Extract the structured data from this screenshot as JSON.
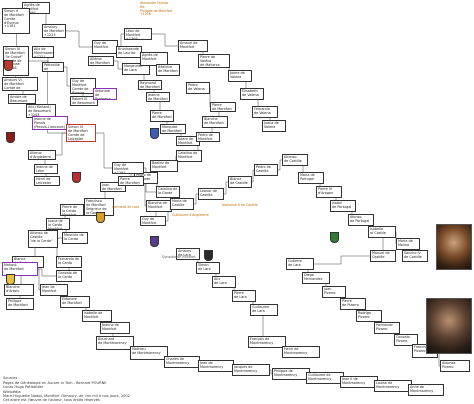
{
  "nodes": [
    {
      "id": "n1",
      "text": "Agnès de Montfort\n+1186",
      "color": ""
    },
    {
      "id": "n2",
      "text": "Simon V\nde Montfort\nComte d'Évreux\n+1181",
      "color": ""
    },
    {
      "id": "n3",
      "text": "Amaury\nde Montfort\n+1213",
      "color": ""
    },
    {
      "id": "n4",
      "text": "Simon IV\nde Montfort\n\"le Croisé\"\nComte de\nToulouse\n+1218",
      "color": ""
    },
    {
      "id": "n5",
      "text": "Alix de\nMontmorency\n+1221",
      "color": ""
    },
    {
      "id": "n6",
      "text": "Amaury VI\nde Montfort\nComte de\nToulouse",
      "color": ""
    },
    {
      "id": "n7",
      "text": "Pétronille\nde Montfort",
      "color": ""
    },
    {
      "id": "n8",
      "text": "Guy de\nMontfort\nComte de\nBigorre",
      "color": ""
    },
    {
      "id": "n9",
      "text": "Amicie de\nBeaumont",
      "color": ""
    },
    {
      "id": "n10",
      "text": "Robert III\nde Beaumont",
      "color": ""
    },
    {
      "id": "n11",
      "text": "Alix (Mahaut)\nde Beaumont\n+1245",
      "color": ""
    },
    {
      "id": "n12",
      "text": "Jeanne de\nPlessis\n(Plessis-Liancourt)",
      "color": "purple"
    },
    {
      "id": "n13",
      "text": "Aléonore\nde Bretagne",
      "color": "purple"
    },
    {
      "id": "n14",
      "text": "Simon VI\nde Montfort\nComte de\nLeicester\n+1265",
      "color": "red"
    },
    {
      "id": "n15",
      "text": "Alienor\nd'Angleterre",
      "color": ""
    },
    {
      "id": "n16",
      "text": "Jeanne de\nLéon",
      "color": ""
    },
    {
      "id": "n17",
      "text": "Henri de\nLeicester",
      "color": ""
    },
    {
      "id": "n18",
      "text": "Guy de\nMontfort",
      "color": ""
    },
    {
      "id": "n19",
      "text": "Aliénor\nde Montfort",
      "color": ""
    },
    {
      "id": "n20",
      "text": "Margeurite\nde Lara",
      "color": ""
    },
    {
      "id": "n21",
      "text": "Léon de\nMontfort\n+1309",
      "color": ""
    },
    {
      "id": "n22",
      "text": "Brunissende\nde Lauriac",
      "color": ""
    },
    {
      "id": "n23",
      "text": "Raymond\nde Montfort",
      "color": ""
    },
    {
      "id": "n24",
      "text": "Jeanne\nde Montfort",
      "color": ""
    },
    {
      "id": "n25",
      "text": "Pierre\nde Montfort",
      "color": ""
    },
    {
      "id": "n26",
      "text": "Marquise\nde Montfort",
      "color": ""
    },
    {
      "id": "n27",
      "text": "Adam de\nMontfort",
      "color": ""
    },
    {
      "id": "n28",
      "text": "Agnès de\nMontfort",
      "color": ""
    },
    {
      "id": "n29",
      "text": "Béatrice\nde Montfort",
      "color": ""
    },
    {
      "id": "n30",
      "text": "Amauri de\nMontfort",
      "color": ""
    },
    {
      "id": "n31",
      "text": "Pierre de\nValéna\nde Mallorca",
      "color": ""
    },
    {
      "id": "n32",
      "text": "Pedro\nde Valena",
      "color": ""
    },
    {
      "id": "n33",
      "text": "Jaime de\nValena",
      "color": ""
    },
    {
      "id": "n34",
      "text": "Élisabeth\nde Valena",
      "color": ""
    },
    {
      "id": "n35",
      "text": "Fernando\nde Valena",
      "color": ""
    },
    {
      "id": "n36",
      "text": "Juana de\nValena",
      "color": ""
    },
    {
      "id": "n37",
      "text": "Pierre\nde Montfort",
      "color": ""
    },
    {
      "id": "n38",
      "text": "Blanche\nde Montfort",
      "color": ""
    },
    {
      "id": "n39",
      "text": "Pedro de\nMontfort",
      "color": ""
    },
    {
      "id": "n40",
      "text": "Catalina de\nMontfort",
      "color": ""
    },
    {
      "id": "n41",
      "text": "Beatriz de\nMontfort",
      "color": ""
    },
    {
      "id": "n42",
      "text": "Pedro de\nla Garde",
      "color": ""
    },
    {
      "id": "n43",
      "text": "Catalina de\nla Garde",
      "color": ""
    },
    {
      "id": "n44",
      "text": "Juan\nde Montfort",
      "color": ""
    },
    {
      "id": "n45",
      "text": "Francisco\nde Montfort\nSeigneur de\nla Garde",
      "color": ""
    },
    {
      "id": "n46",
      "text": "Pierre de\nla Cerda\nMontfort",
      "color": ""
    },
    {
      "id": "n47",
      "text": "Juana de\nla Cerda\nMontfort",
      "color": ""
    },
    {
      "id": "n48",
      "text": "Mauricio de\nla Cerda",
      "color": ""
    },
    {
      "id": "n49",
      "text": "Alfonso de\nCastille\n\"de la Cerda\"",
      "color": ""
    },
    {
      "id": "n50",
      "text": "Blanca\nde Portugal",
      "color": ""
    },
    {
      "id": "n51",
      "text": "Fernando de\nla Cerda",
      "color": ""
    },
    {
      "id": "n52",
      "text": "Gonzalo de\nla Cerda",
      "color": ""
    },
    {
      "id": "n53",
      "text": "Guy de\nMontfort\n+1291",
      "color": ""
    },
    {
      "id": "n54",
      "text": "Pierre\nde Montfort",
      "color": ""
    },
    {
      "id": "n55",
      "text": "Blanche de\nMontfort",
      "color": ""
    },
    {
      "id": "n56",
      "text": "Guy de\nMontfort",
      "color": ""
    },
    {
      "id": "n57",
      "text": "Maria de\nCastille",
      "color": ""
    },
    {
      "id": "n58",
      "text": "Leonor de\nCastille",
      "color": ""
    },
    {
      "id": "n59",
      "text": "Blanca\nde Castille",
      "color": ""
    },
    {
      "id": "n60",
      "text": "Pedro de\nCastille",
      "color": ""
    },
    {
      "id": "n61",
      "text": "Alfonso\nde Castille",
      "color": ""
    },
    {
      "id": "n62",
      "text": "Maria de\nPortugal",
      "color": ""
    },
    {
      "id": "n63",
      "text": "Pierre IV\nd'Aragon",
      "color": ""
    },
    {
      "id": "n64",
      "text": "Isabel\nde Portugal",
      "color": ""
    },
    {
      "id": "n65",
      "text": "Afonso\nde Portugal",
      "color": ""
    },
    {
      "id": "n66",
      "text": "Isabella\nof Castile",
      "color": ""
    },
    {
      "id": "n67",
      "text": "Maria de\nMolina",
      "color": ""
    },
    {
      "id": "n68",
      "text": "Manuel de\nCastille",
      "color": ""
    },
    {
      "id": "n69",
      "text": "Sancho IV\nde Castille",
      "color": ""
    },
    {
      "id": "n70",
      "text": "Gutierre\nde Lara",
      "color": ""
    },
    {
      "id": "n71",
      "text": "Diego\nHernandez",
      "color": ""
    },
    {
      "id": "n72",
      "text": "Juan\nPizarro",
      "color": ""
    },
    {
      "id": "n73",
      "text": "Pierre\nde Pizarro",
      "color": ""
    },
    {
      "id": "n74",
      "text": "Rodrigo\nPizarro",
      "color": ""
    },
    {
      "id": "n75",
      "text": "Hernando\nPizarro",
      "color": ""
    },
    {
      "id": "n76",
      "text": "Gonzalo\nPizarro",
      "color": ""
    },
    {
      "id": "n77",
      "text": "Francisco\nPizarro",
      "color": ""
    },
    {
      "id": "n78",
      "text": "Aldonza\nPizarro",
      "color": ""
    },
    {
      "id": "n79",
      "text": "Mahaut\nde Montfort",
      "color": "purple"
    },
    {
      "id": "n80",
      "text": "Blanche\nd'Artois",
      "color": ""
    },
    {
      "id": "n81",
      "text": "Philippe\nde Montfort",
      "color": ""
    },
    {
      "id": "n82",
      "text": "Jean de\nMontfort",
      "color": ""
    },
    {
      "id": "n83",
      "text": "Eléonore\nde Montfort",
      "color": ""
    },
    {
      "id": "n84",
      "text": "Isabelle de\nMontfort",
      "color": ""
    },
    {
      "id": "n85",
      "text": "Jeanne de\nMontfort",
      "color": ""
    },
    {
      "id": "n86",
      "text": "Amaury\nde Lara",
      "color": ""
    },
    {
      "id": "n87",
      "text": "Simon\nde Lara",
      "color": ""
    },
    {
      "id": "n88",
      "text": "Alix\nde Lara",
      "color": ""
    },
    {
      "id": "n89",
      "text": "Pierre\nde Lara",
      "color": ""
    },
    {
      "id": "n90",
      "text": "Guillaume\nde Lara",
      "color": ""
    },
    {
      "id": "n91",
      "text": "Bouchard\nde Montmorency",
      "color": ""
    },
    {
      "id": "n92",
      "text": "Mathieu\nde Montmorency",
      "color": ""
    },
    {
      "id": "n93",
      "text": "Charles de\nMontmorency",
      "color": ""
    },
    {
      "id": "n94",
      "text": "Jean de\nMontmorency",
      "color": ""
    },
    {
      "id": "n95",
      "text": "Jacques de\nMontmorency",
      "color": ""
    },
    {
      "id": "n96",
      "text": "Philippe de\nMontmorency",
      "color": ""
    },
    {
      "id": "n97",
      "text": "Guillaume de\nMontmorency",
      "color": ""
    },
    {
      "id": "n98",
      "text": "Jean II de\nMontmorency",
      "color": ""
    },
    {
      "id": "n99",
      "text": "Louise de\nMontmorency",
      "color": ""
    },
    {
      "id": "n100",
      "text": "Anne de\nMontmorency",
      "color": ""
    },
    {
      "id": "n101",
      "text": "François de\nMontmorency",
      "color": ""
    },
    {
      "id": "n102",
      "text": "Henri de\nMontmorency",
      "color": ""
    }
  ],
  "notes": [
    {
      "id": "t1",
      "text": "Alexandre Dumas\nfils\nPhilippe de Montfort\n+1256",
      "color": "orange"
    },
    {
      "id": "t2",
      "text": "Gerhardt de Lara",
      "color": "orange"
    },
    {
      "id": "t3",
      "text": "Guillaume d'Angleterre",
      "color": "orange"
    },
    {
      "id": "t4",
      "text": "Alphonse X de Castille",
      "color": "orange"
    },
    {
      "id": "t5",
      "text": "Dynastie de Montfort",
      "color": ""
    }
  ],
  "crests": [
    {
      "id": "c1",
      "name": "montfort-lion-crest-icon",
      "color": "#c0392b"
    },
    {
      "id": "c2",
      "name": "leicester-crest-icon",
      "color": "#8e1b1b"
    },
    {
      "id": "c3",
      "name": "bretagne-crest-icon",
      "color": "#3b5bb5"
    },
    {
      "id": "c4",
      "name": "castille-crest-icon",
      "color": "#b8312f"
    },
    {
      "id": "c5",
      "name": "montmorency-crest-icon",
      "color": "#e2c23a"
    },
    {
      "id": "c6",
      "name": "aragon-crest-icon",
      "color": "#d9a020"
    },
    {
      "id": "c7",
      "name": "lara-crest-icon",
      "color": "#5a3a8a"
    },
    {
      "id": "c8",
      "name": "valena-crest-icon",
      "color": "#2a2a2a"
    },
    {
      "id": "c9",
      "name": "portugal-crest-icon",
      "color": "#2e7d32"
    }
  ],
  "footer": {
    "line1": "Sources :",
    "line2": "Pages de Généalogie en Aurore in Tarn - Bernard POURNE",
    "line3": "Lucas Hugo Petitdidier",
    "line4": "Wikipédia",
    "line5": "Mare-Huguette Nadot, Montfort l'Amaury, de l'an mil à nos jours, 2002",
    "line6": "Cet arbre est l'œuvre de l'auteur, tous droits réservés"
  },
  "colors": {
    "line": "#444444",
    "purple": "#8b2fb8",
    "red": "#c0392b",
    "orange": "#d17a00"
  }
}
